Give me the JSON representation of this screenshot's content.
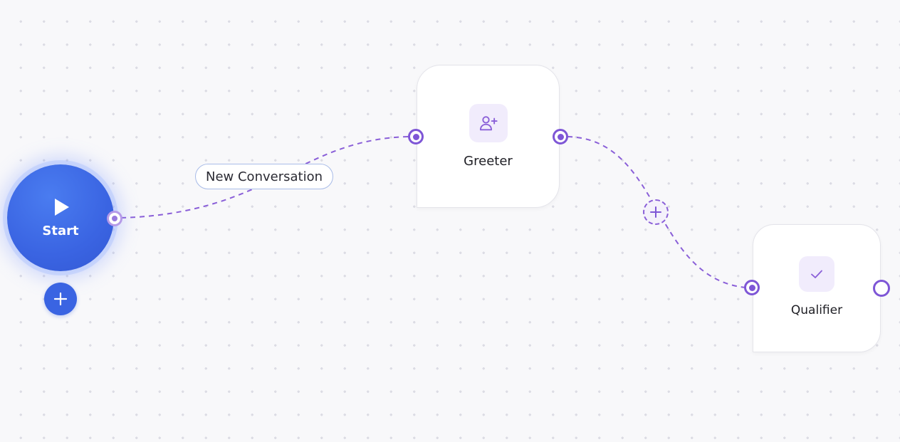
{
  "start": {
    "label": "Start",
    "icon": "play-icon",
    "add_icon": "plus-icon"
  },
  "edges": [
    {
      "from": "Start",
      "to": "Greeter",
      "label": "New Conversation"
    },
    {
      "from": "Greeter",
      "to": "Qualifier",
      "add_icon": "plus-icon"
    }
  ],
  "nodes": [
    {
      "id": "greeter",
      "label": "Greeter",
      "icon": "user-plus-icon"
    },
    {
      "id": "qualifier",
      "label": "Qualifier",
      "icon": "check-icon"
    }
  ],
  "colors": {
    "start_blue": "#3a64e2",
    "edge_purple": "#8a5fd8",
    "handle_purple": "#7e56d6",
    "icon_bg": "#f1ecfc",
    "canvas_bg": "#f8f8fa"
  }
}
